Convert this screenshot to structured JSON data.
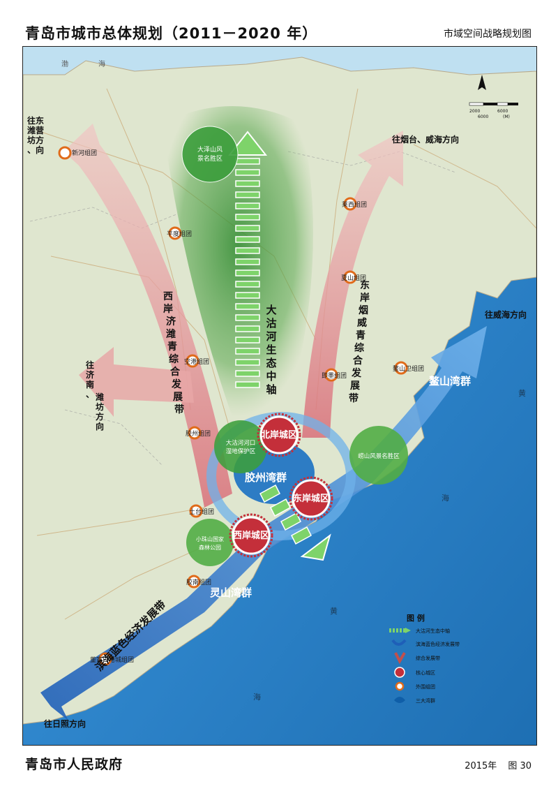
{
  "header": {
    "title": "青岛市城市总体规划（2011－2020 年）",
    "subtitle": "市域空间战略规划图"
  },
  "footer": {
    "issuer": "青岛市人民政府",
    "year": "2015年",
    "figure": "图 30"
  },
  "map": {
    "sea_labels": {
      "bohai_1": "渤",
      "bohai_2": "海",
      "huang_1": "黄",
      "huang_2": "黄",
      "hai_1": "海",
      "hai_2": "海"
    },
    "directions": {
      "weifang_dongying": [
        "往",
        "潍",
        "坊",
        "、",
        "东",
        "营",
        "方",
        "向"
      ],
      "jinan_weifang": [
        "往",
        "济",
        "南",
        "、",
        "潍",
        "坊",
        "方",
        "向"
      ],
      "yantai_weihai": "往烟台、威海方向",
      "weihai": "往威海方向",
      "rizhao": "往日照方向"
    },
    "axes": {
      "central_axis": [
        "大",
        "沽",
        "河",
        "生",
        "态",
        "中",
        "轴"
      ],
      "west_belt": [
        "西",
        "岸",
        "济",
        "潍",
        "青",
        "综",
        "合",
        "发",
        "展",
        "带"
      ],
      "east_belt": [
        "东",
        "岸",
        "烟",
        "威",
        "青",
        "综",
        "合",
        "发",
        "展",
        "带"
      ],
      "blue_belt": "滨海蓝色经济发展带"
    },
    "bays": {
      "jiaozhou": "胶州湾群",
      "aoshan": "鳌山湾群",
      "lingshan": "灵山湾群"
    },
    "cores": {
      "north": "北岸城区",
      "east": "东岸城区",
      "west": "西岸城区"
    },
    "green_areas": {
      "dazeshan_1": "大泽山风",
      "dazeshan_2": "景名胜区",
      "dagu_1": "大沽河河口",
      "dagu_2": "湿地保护区",
      "laoshan": "崂山风景名胜区",
      "xiaozhushan_1": "小珠山国家",
      "xiaozhushan_2": "森林公园"
    },
    "clusters": {
      "xinhe": "新河组团",
      "pingdu": "平度组团",
      "konggang": "空港组团",
      "jiaozhou": "胶州组团",
      "shitai": "土台组团",
      "jiaonan": "胶南组团",
      "dongjiakou": "董家口港城组团",
      "laixi": "莱西组团",
      "xiyang": "夏山组团",
      "jimo": "即墨组团",
      "aoshanwei": "鳌山卫组团"
    },
    "legend": {
      "title": "图 例",
      "items": [
        "大沽河生态中轴",
        "滨海蓝色经济发展带",
        "综合发展带",
        "核心城区",
        "外围组团",
        "三大湾群"
      ]
    },
    "scale": {
      "left": "2000",
      "mid": "6000",
      "right": "6000",
      "unit": "(M)"
    },
    "colors": {
      "sea": "#2a7fc2",
      "land": "#dde6cf",
      "green_axis": "#3aa63a",
      "pink_belt": "#e59a9a",
      "blue_belt": "#2f7ad1",
      "core_red": "#c42f3a"
    }
  }
}
